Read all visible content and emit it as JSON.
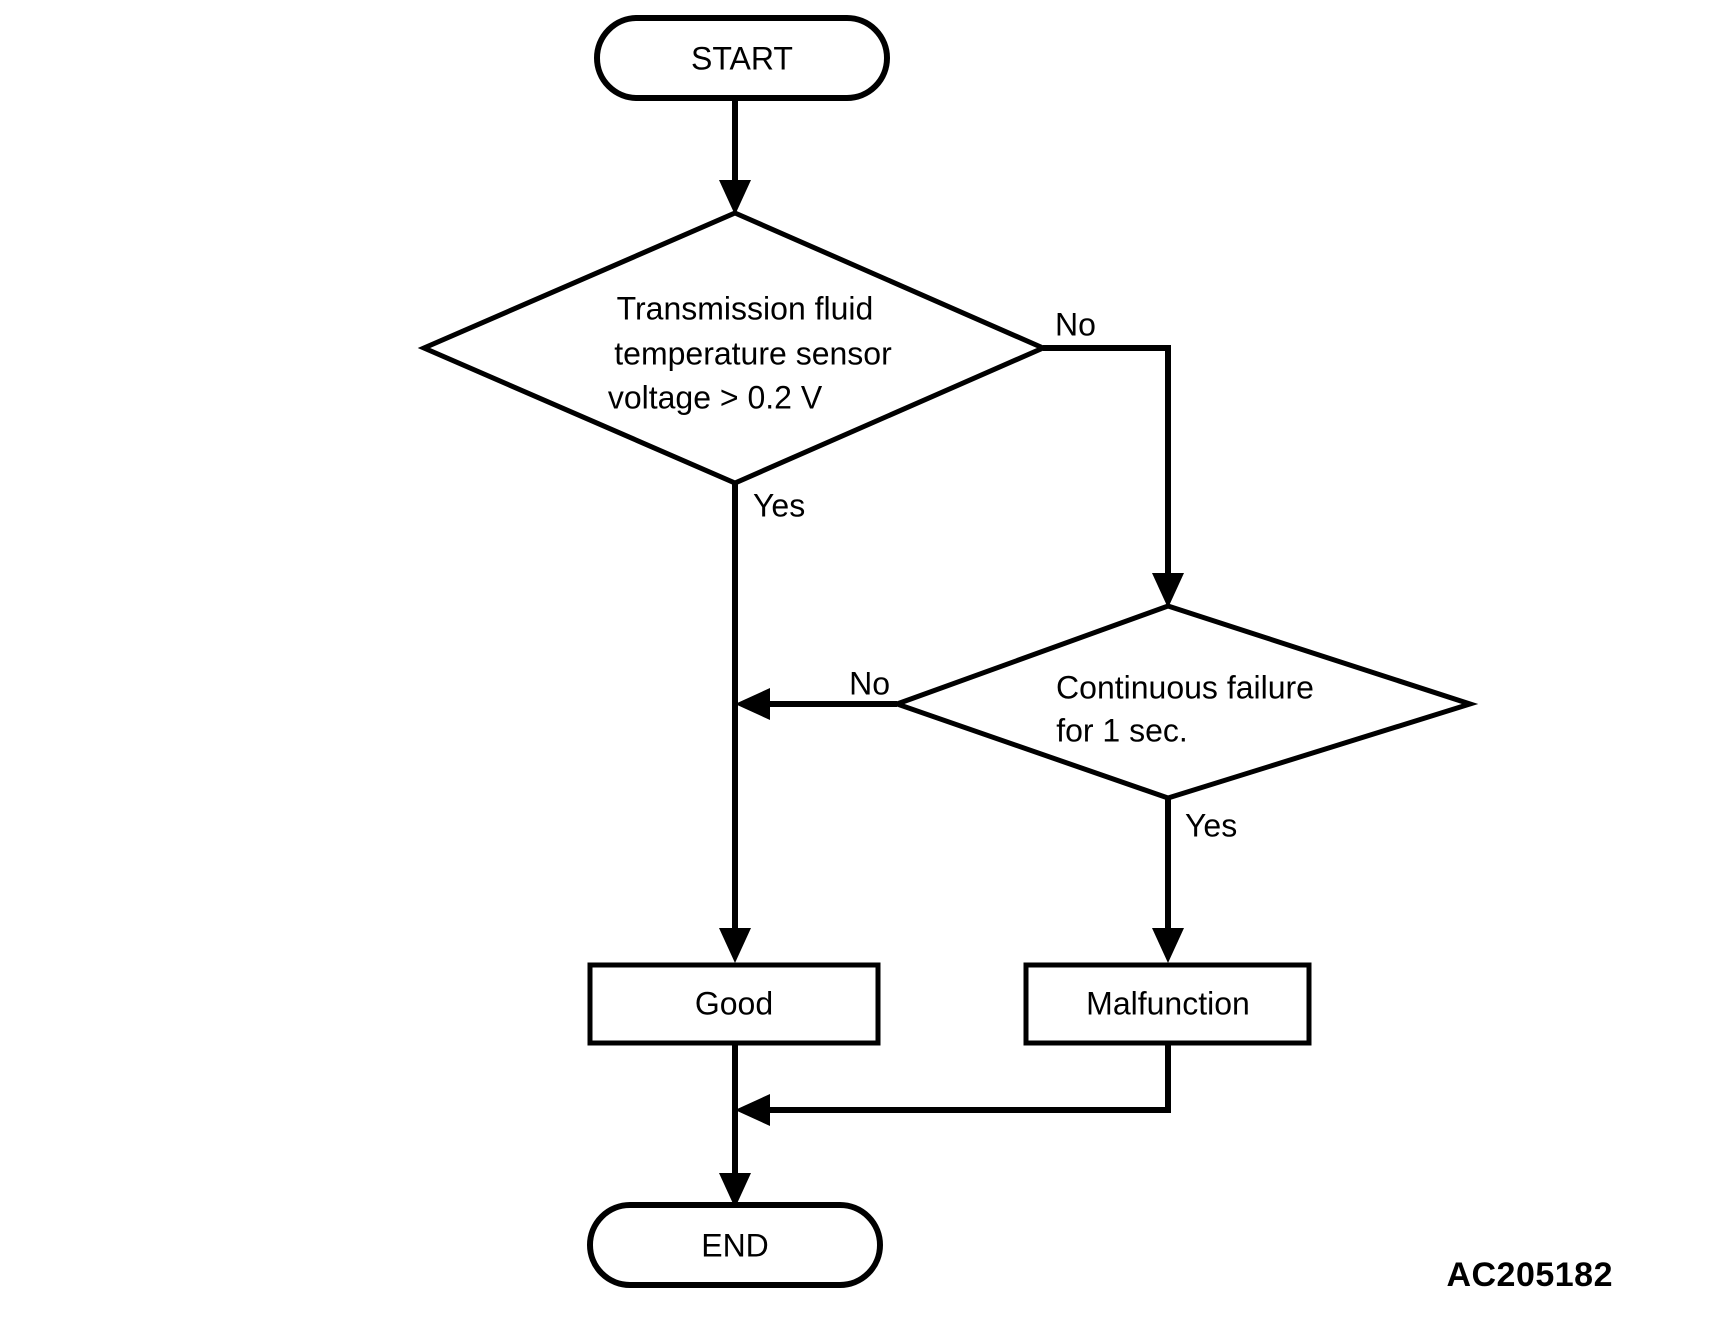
{
  "diagram": {
    "type": "flowchart",
    "title_code": "AC205182",
    "background_color": "#ffffff",
    "line_color": "#000000",
    "nodes": [
      {
        "id": "start",
        "shape": "terminator",
        "label": "START"
      },
      {
        "id": "decision-1",
        "shape": "diamond",
        "label_lines": [
          "Transmission fluid",
          "temperature sensor",
          "voltage > 0.2 V"
        ],
        "line1": "Transmission fluid",
        "line2": "temperature sensor",
        "line3": "voltage > 0.2 V"
      },
      {
        "id": "decision-2",
        "shape": "diamond",
        "label_lines": [
          "Continuous failure",
          "for 1 sec."
        ],
        "line1": "Continuous failure",
        "line2": "for 1 sec."
      },
      {
        "id": "good",
        "shape": "rectangle",
        "label": "Good"
      },
      {
        "id": "malfunction",
        "shape": "rectangle",
        "label": "Malfunction"
      },
      {
        "id": "end",
        "shape": "terminator",
        "label": "END"
      }
    ],
    "edge_labels": {
      "decision1_no": "No",
      "decision1_yes": "Yes",
      "decision2_no": "No",
      "decision2_yes": "Yes"
    },
    "edges": [
      {
        "from": "start",
        "to": "decision-1",
        "label": ""
      },
      {
        "from": "decision-1",
        "to": "decision-2",
        "label": "No"
      },
      {
        "from": "decision-1",
        "to": "good",
        "label": "Yes"
      },
      {
        "from": "decision-2",
        "to": "good",
        "label": "No"
      },
      {
        "from": "decision-2",
        "to": "malfunction",
        "label": "Yes"
      },
      {
        "from": "good",
        "to": "end",
        "label": ""
      },
      {
        "from": "malfunction",
        "to": "end",
        "label": ""
      }
    ]
  }
}
